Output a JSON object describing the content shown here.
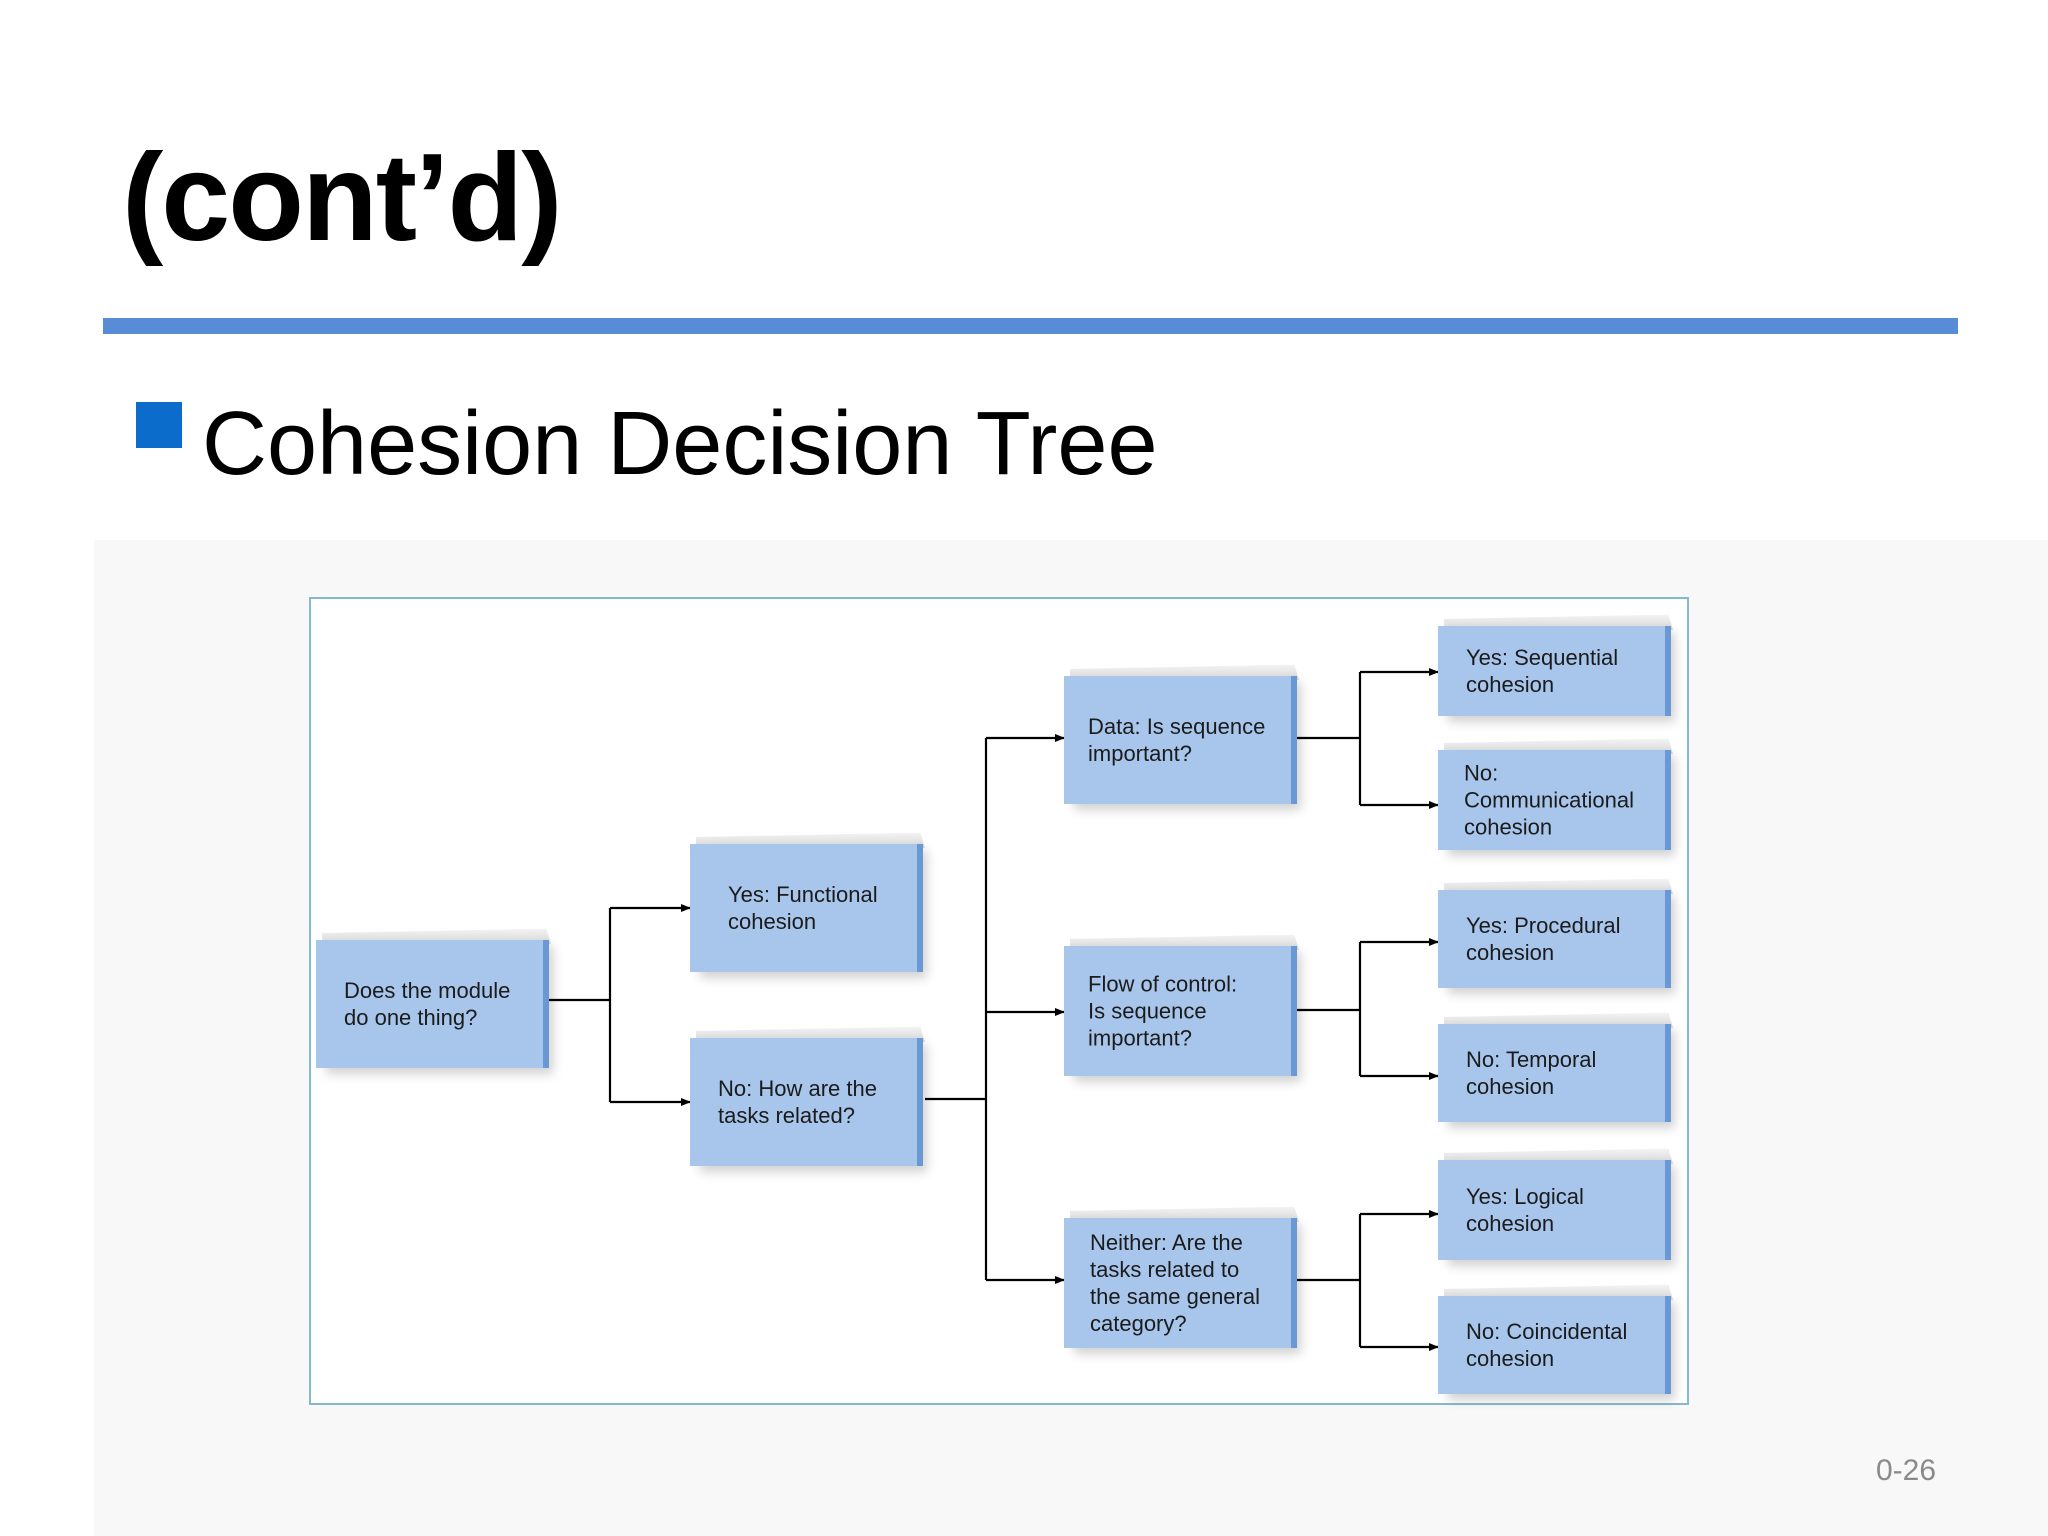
{
  "slide": {
    "title": "(cont’d)",
    "bullet": "Cohesion Decision Tree",
    "page_number": "0-26",
    "accent_color": "#588cd6",
    "bullet_color": "#0b6ccc"
  },
  "diagram": {
    "node_color": "#a8c6ec",
    "nodes": [
      {
        "id": "root",
        "label": "Does the module\ndo one thing?"
      },
      {
        "id": "functional",
        "label": "Yes: Functional\ncohesion"
      },
      {
        "id": "how-related",
        "label": "No: How are the\ntasks related?"
      },
      {
        "id": "data",
        "label": "Data: Is sequence\nimportant?"
      },
      {
        "id": "flow",
        "label": "Flow of control:\nIs sequence\nimportant?"
      },
      {
        "id": "neither",
        "label": "Neither: Are the\ntasks related to\nthe same general\ncategory?"
      },
      {
        "id": "sequential",
        "label": "Yes: Sequential\ncohesion"
      },
      {
        "id": "communicational",
        "label": "No:\nCommunicational\ncohesion"
      },
      {
        "id": "procedural",
        "label": "Yes: Procedural\ncohesion"
      },
      {
        "id": "temporal",
        "label": "No: Temporal\ncohesion"
      },
      {
        "id": "logical",
        "label": "Yes: Logical\ncohesion"
      },
      {
        "id": "coincidental",
        "label": "No: Coincidental\ncohesion"
      }
    ]
  }
}
